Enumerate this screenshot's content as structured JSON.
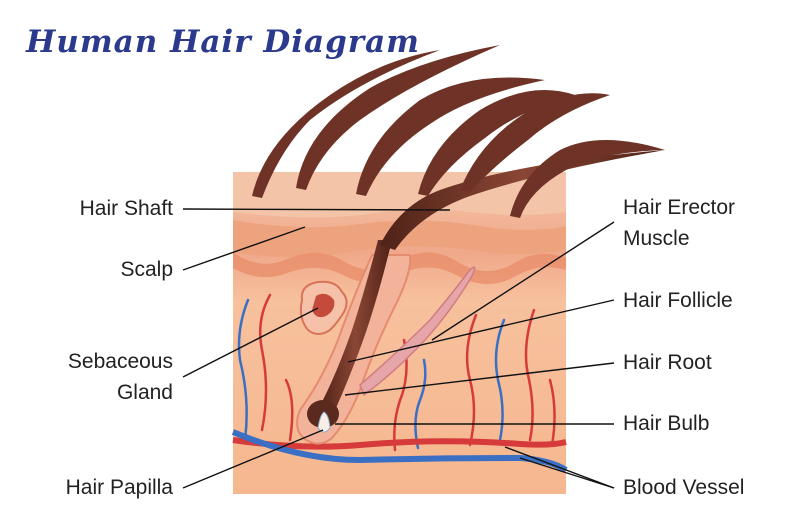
{
  "title": "Human Hair Diagram",
  "labels": {
    "hair_shaft": "Hair Shaft",
    "scalp": "Scalp",
    "sebaceous_1": "Sebaceous",
    "sebaceous_2": "Gland",
    "hair_papilla": "Hair Papilla",
    "erector_1": "Hair Erector",
    "erector_2": "Muscle",
    "hair_follicle": "Hair Follicle",
    "hair_root": "Hair Root",
    "hair_bulb": "Hair Bulb",
    "blood_vessel": "Blood Vessel"
  },
  "colors": {
    "title": "#2b3a8c",
    "skin": "#f4c0a0",
    "dermis": "#f6b98f",
    "hair": "#6e3326",
    "artery": "#d63a3a",
    "vein": "#3a6fc4"
  }
}
